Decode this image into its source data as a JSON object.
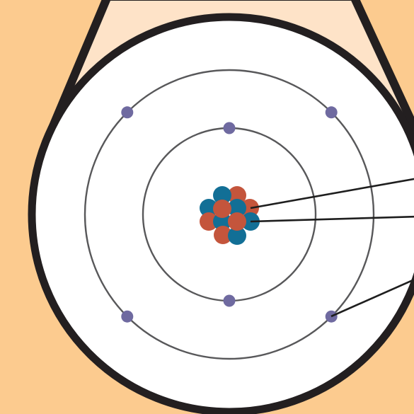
{
  "diagram": {
    "subject": "atom-model",
    "colors": {
      "background": "#fccb8f",
      "cone_fill": "#fee3c8",
      "outline": "#231f20",
      "disc_fill": "#ffffff",
      "orbit": "#58585a",
      "electron": "#6f6aa0",
      "proton": "#c4553c",
      "neutron": "#126f96",
      "pointer": "#1e1e1e"
    },
    "electron_shells": [
      {
        "name": "inner-shell",
        "electron_count": 2
      },
      {
        "name": "outer-shell",
        "electron_count": 4
      }
    ],
    "nucleus": {
      "proton_count": 6,
      "neutron_count": 6
    },
    "pointer_lines": [
      {
        "target": "nucleus"
      },
      {
        "target": "nucleus"
      },
      {
        "target": "electron"
      }
    ]
  }
}
